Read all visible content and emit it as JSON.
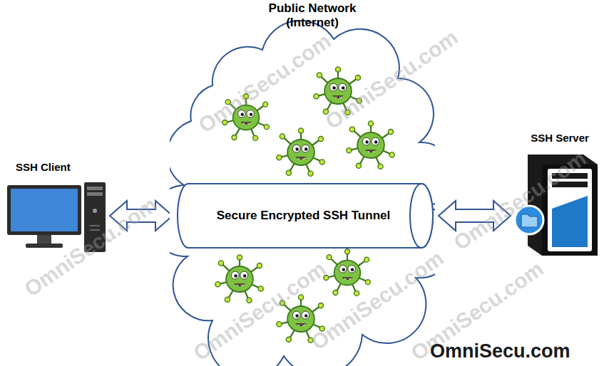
{
  "diagram": {
    "nodes": [
      {
        "text": [
          "SSH Client"
        ]
      },
      {
        "text": [
          "Public Network (Internet)"
        ]
      },
      {
        "text": [
          "Secure Encrypted SSH Tunnel"
        ],
        "in": 1
      },
      {
        "text": [
          "SSH Server"
        ]
      }
    ],
    "edges": [
      {
        "from": 0,
        "to": 2,
        "arrow": "both"
      },
      {
        "from": 2,
        "to": 3,
        "arrow": "both"
      }
    ],
    "labels": [
      "OmniSecu.com",
      "OmniSecu.com",
      "OmniSecu.com",
      "OmniSecu.com",
      "OmniSecu.com",
      "OmniSecu.com",
      "OmniSecu.com",
      "OmniSecu.com"
    ]
  }
}
